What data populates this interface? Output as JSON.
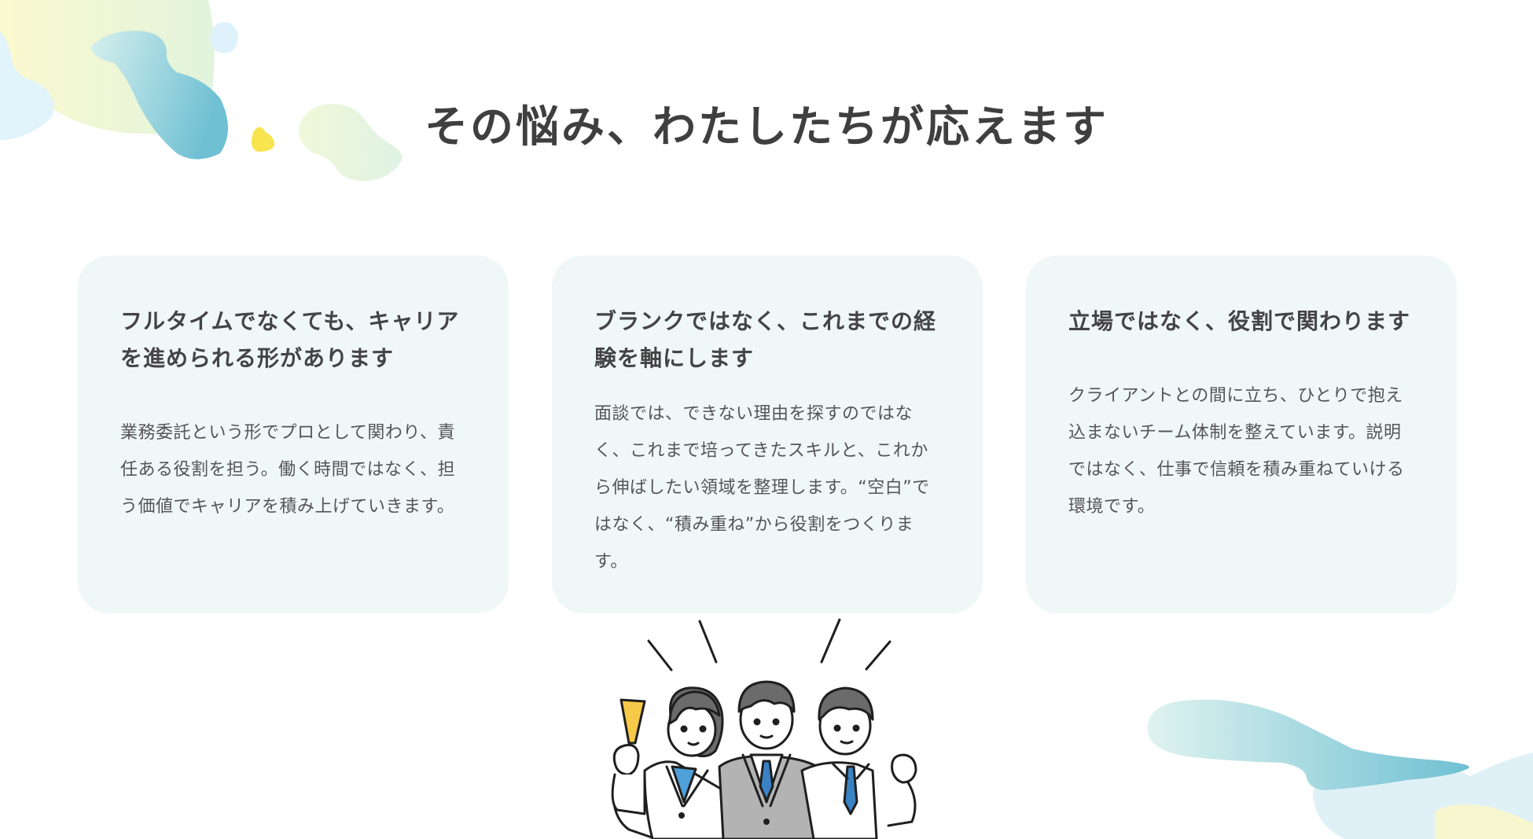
{
  "section": {
    "title": "その悩み、わたしたちが応えます"
  },
  "cards": [
    {
      "title": "フルタイムでなくても、キャリアを進められる形があります",
      "body": "業務委託という形でプロとして関わり、責任ある役割を担う。働く時間ではなく、担う価値でキャリアを積み上げていきます。"
    },
    {
      "title": "ブランクではなく、これまでの経験を軸にします",
      "body": "面談では、できない理由を探すのではなく、これまで培ってきたスキルと、これから伸ばしたい領域を整理します。“空白”ではなく、“積み重ね”から役割をつくります。"
    },
    {
      "title": "立場ではなく、役割で関わります",
      "body": "クライアントとの間に立ち、ひとりで抱え込まないチーム体制を整えています。説明ではなく、仕事で信頼を積み重ねていける環境です。"
    }
  ],
  "illustration": {
    "subject": "three-business-people-cheering",
    "accent_yellow": "#f7c948",
    "tie_blue": "#3b82c4",
    "hair_gray": "#6b6b6b",
    "suit_gray": "#b3b3b3"
  },
  "colors": {
    "card_background": "#f0f7f7",
    "title_text": "#3f3f3f",
    "body_text": "#555555",
    "blob_teal": "#7cc8d6",
    "blob_yellow": "#f7e84a",
    "blob_green": "#e4f4d8"
  }
}
